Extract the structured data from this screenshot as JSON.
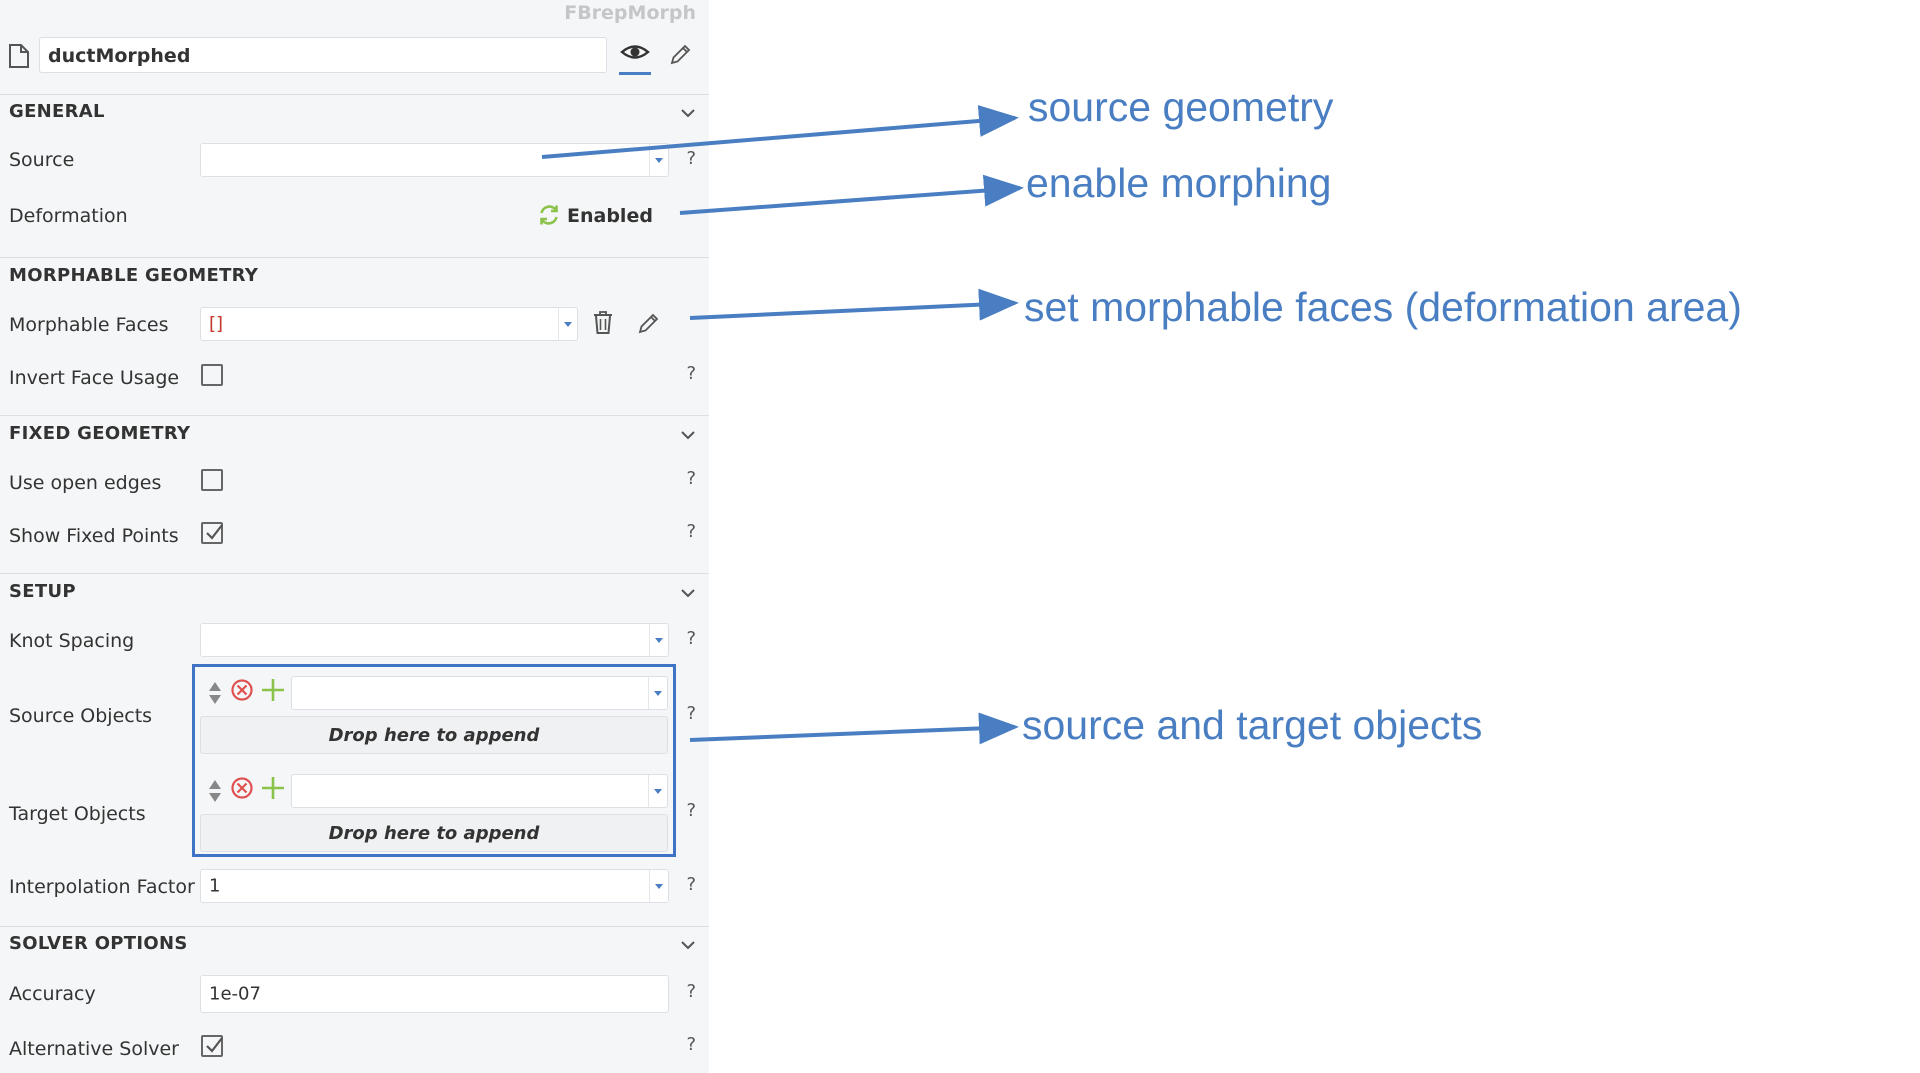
{
  "panel": {
    "type_name": "FBrepMorph",
    "object_name": "ductMorphed",
    "sections": {
      "general": {
        "title": "GENERAL",
        "source_label": "Source",
        "source_value": "",
        "deformation_label": "Deformation",
        "deformation_value": "Enabled"
      },
      "morphable_geometry": {
        "title": "MORPHABLE GEOMETRY",
        "morphable_faces_label": "Morphable Faces",
        "morphable_faces_value": "[]",
        "invert_face_usage_label": "Invert Face Usage",
        "invert_face_usage_checked": false
      },
      "fixed_geometry": {
        "title": "FIXED GEOMETRY",
        "use_open_edges_label": "Use open edges",
        "use_open_edges_checked": false,
        "show_fixed_points_label": "Show Fixed Points",
        "show_fixed_points_checked": true
      },
      "setup": {
        "title": "SETUP",
        "knot_spacing_label": "Knot Spacing",
        "knot_spacing_value": "",
        "source_objects_label": "Source Objects",
        "target_objects_label": "Target Objects",
        "drop_zone_text": "Drop here to append",
        "interpolation_factor_label": "Interpolation Factor",
        "interpolation_factor_value": "1"
      },
      "solver_options": {
        "title": "SOLVER OPTIONS",
        "accuracy_label": "Accuracy",
        "accuracy_value": "1e-07",
        "alternative_solver_label": "Alternative Solver",
        "alternative_solver_checked": true
      }
    },
    "help_symbol": "?"
  },
  "annotations": {
    "source_geometry": "source geometry",
    "enable_morphing": "enable morphing",
    "morphable_faces": "set morphable faces (deformation area)",
    "source_target_objects": "source and target objects"
  },
  "icons": {
    "document": "document-icon",
    "visibility": "eye-icon",
    "edit": "pencil-icon",
    "refresh": "refresh-icon",
    "delete": "trash-icon",
    "reorder": "reorder-arrows-icon",
    "remove": "remove-circle-icon",
    "add": "plus-icon",
    "collapse": "chevron-down-icon"
  },
  "colors": {
    "accent": "#4a7ec2",
    "annotation": "#4a7ec2",
    "enabled_green": "#8bc34a",
    "remove_red": "#e05050",
    "add_green": "#8bc34a",
    "panel_bg": "#f5f6f7"
  }
}
